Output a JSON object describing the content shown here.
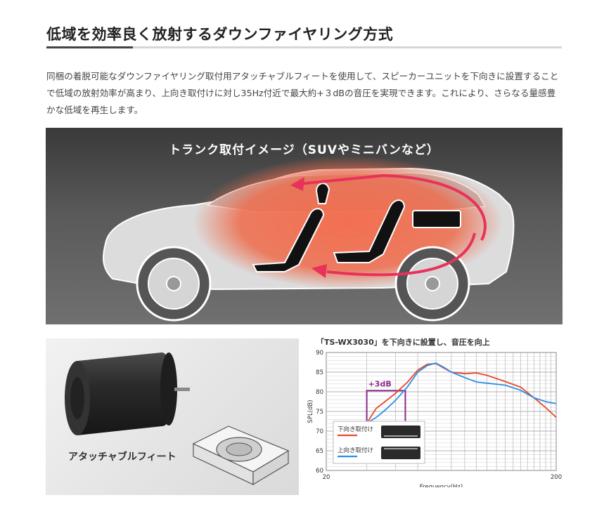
{
  "section": {
    "title": "低域を効率良く放射するダウンファイヤリング方式",
    "description": "同梱の着脱可能なダウンファイヤリング取付用アタッチャブルフィートを使用して、スピーカーユニットを下向きに設置することで低域の放射効率が高まり、上向き取付けに対し35Hz付近で最大約+３dBの音圧を実現できます。これにより、さらなる量感豊かな低域を再生します。"
  },
  "banner": {
    "title": "トランク取付イメージ（SUVやミニバンなど）"
  },
  "product": {
    "label": "アタッチャブルフィート"
  },
  "colors": {
    "down_series": "#e8472a",
    "up_series": "#2b8ee8",
    "annotation": "#8b2a8b",
    "glow": "#f06a46",
    "arrow": "#e8325a"
  },
  "chart_data": {
    "type": "line",
    "title": "「TS-WX3030」を下向きに設置し、音圧を向上",
    "xlabel": "Frequency(Hz)",
    "ylabel": "SPL(dB)",
    "xscale": "log",
    "xlim": [
      20,
      200
    ],
    "ylim": [
      60,
      90
    ],
    "x_ticks": [
      {
        "value": 20,
        "label": "20"
      },
      {
        "value": 200,
        "label": "200"
      }
    ],
    "y_ticks": [
      60,
      65,
      70,
      75,
      80,
      85,
      90
    ],
    "grid": true,
    "legend_position": "bottom-left",
    "annotation": "+3dB",
    "series": [
      {
        "name": "下向き取付け",
        "color": "#e8472a",
        "x": [
          30,
          33,
          36,
          40,
          45,
          50,
          55,
          60,
          65,
          70,
          80,
          90,
          100,
          120,
          140,
          160,
          180,
          200
        ],
        "y": [
          72,
          75.8,
          77.5,
          79.6,
          82.4,
          85.5,
          87,
          87.2,
          86,
          85,
          84.6,
          84.8,
          84.2,
          82.6,
          81.2,
          78.5,
          76,
          73.5
        ]
      },
      {
        "name": "上向き取付け",
        "color": "#2b8ee8",
        "x": [
          30,
          33,
          36,
          40,
          45,
          50,
          55,
          60,
          65,
          70,
          80,
          90,
          100,
          120,
          140,
          160,
          180,
          200
        ],
        "y": [
          72,
          73.5,
          75.3,
          77.8,
          81.2,
          85,
          86.7,
          87.3,
          86.2,
          85,
          83.6,
          82.5,
          82.2,
          81.7,
          80.4,
          78.5,
          77.5,
          77
        ]
      }
    ]
  }
}
